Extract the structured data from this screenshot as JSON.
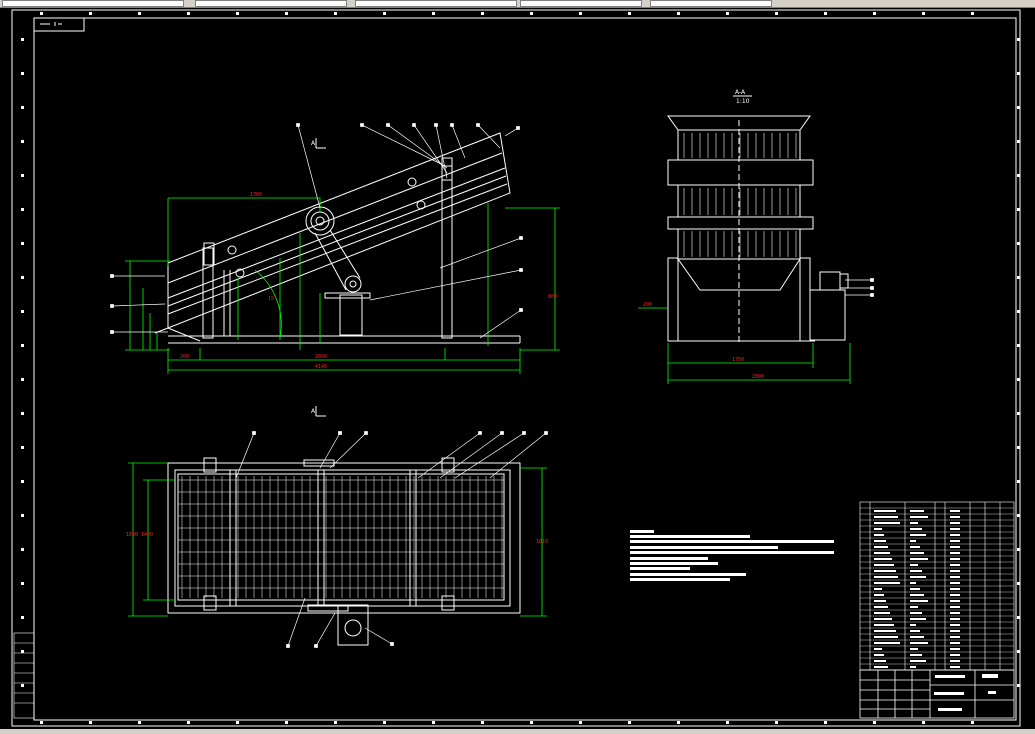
{
  "drawing": {
    "view_section_label": "A-A",
    "view_section_scale": "1:10",
    "view_a_marker": "A",
    "view_a_marker_bottom": "A"
  },
  "dimensions": {
    "side_top_width": "1700",
    "side_overall_length": "4145",
    "side_base_length": "2800",
    "side_start": "200",
    "side_height_right": "800",
    "side_angle": "15°",
    "front_inner_width": "1750",
    "front_outer_width": "2000",
    "front_left_offset": "200",
    "plan_inner_height": "1400",
    "plan_outer_height": "1600",
    "plan_right_height": "1610"
  },
  "colors": {
    "line": "#ffffff",
    "dimension": "#00ff00",
    "dimension_text": "#ff2020",
    "frame": "#ffffff",
    "background": "#000000"
  }
}
